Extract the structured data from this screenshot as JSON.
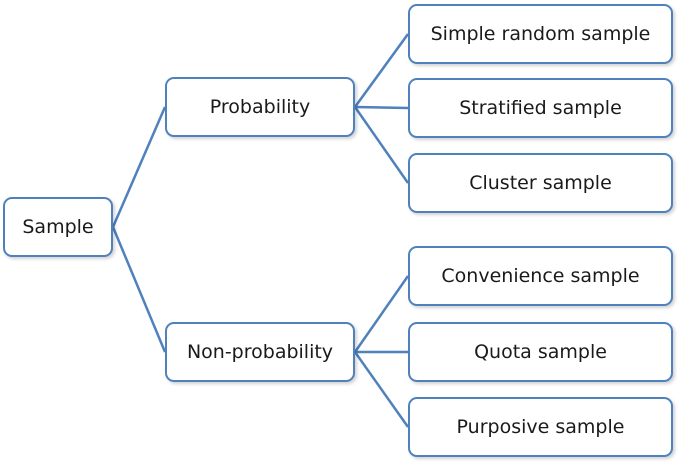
{
  "colors": {
    "stroke": "#4f81bd",
    "text": "#1a1a1a",
    "fill": "#ffffff"
  },
  "nodes": {
    "root": "Sample",
    "probability": {
      "label": "Probability",
      "children": [
        "Simple random sample",
        "Stratified sample",
        "Cluster sample"
      ]
    },
    "non_probability": {
      "label": "Non-probability",
      "children": [
        "Convenience sample",
        "Quota sample",
        "Purposive sample"
      ]
    }
  }
}
